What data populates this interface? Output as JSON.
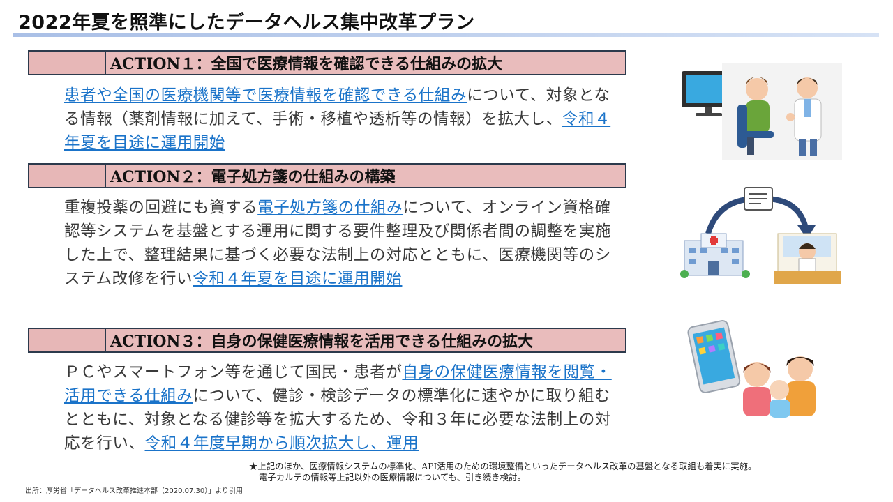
{
  "page": {
    "title": "2022年夏を照準にしたデータヘルス集中改革プラン"
  },
  "actions": [
    {
      "label": "ACTION１：全国で医療情報を確認できる仕組みの拡大",
      "text_hl1": "患者や全国の医療機関等で医療情報を確認できる仕組み",
      "text_mid": "について、対象となる情報（薬剤情報に加えて、手術・移植や透析等の情報）を拡大し、",
      "text_hl2": "令和４年夏を目途に運用開始"
    },
    {
      "label": "ACTION２：電子処方箋の仕組みの構築",
      "text_pre": "重複投薬の回避にも資する",
      "text_hl1": "電子処方箋の仕組み",
      "text_mid": "について、オンライン資格確認等システムを基盤とする運用に関する要件整理及び関係者間の調整を実施した上で、整理結果に基づく必要な法制上の対応とともに、医療機関等のシステム改修を行い",
      "text_hl2": "令和４年夏を目途に運用開始"
    },
    {
      "label": "ACTION３：自身の保健医療情報を活用できる仕組みの拡大",
      "text_pre": "ＰＣやスマートフォン等を通じて国民・患者が",
      "text_hl1": "自身の保健医療情報を閲覧・活用できる仕組み",
      "text_mid": "について、健診・検診データの標準化に速やかに取り組むとともに、対象となる健診等を拡大するため、令和３年に必要な法制上の対応を行い、",
      "text_hl2": "令和４年度早期から順次拡大し、運用"
    }
  ],
  "note": {
    "line1": "★上記のほか、医療情報システムの標準化、API活用のための環境整備といったデータヘルス改革の基盤となる取組も着実に実施。",
    "line2": "電子カルテの情報等上記以外の医療情報についても、引き続き検討。"
  },
  "source": "出所：厚労省「データヘルス改革推進本部（2020.07.30）」より引用",
  "colors": {
    "accent_link": "#1a73c9",
    "action_bar": "#e9bcbc",
    "action_border": "#2c3a4c"
  },
  "illustrations": [
    "doctor-consultation-illustration",
    "prescription-hospital-pharmacy-illustration",
    "family-smartphone-illustration"
  ]
}
